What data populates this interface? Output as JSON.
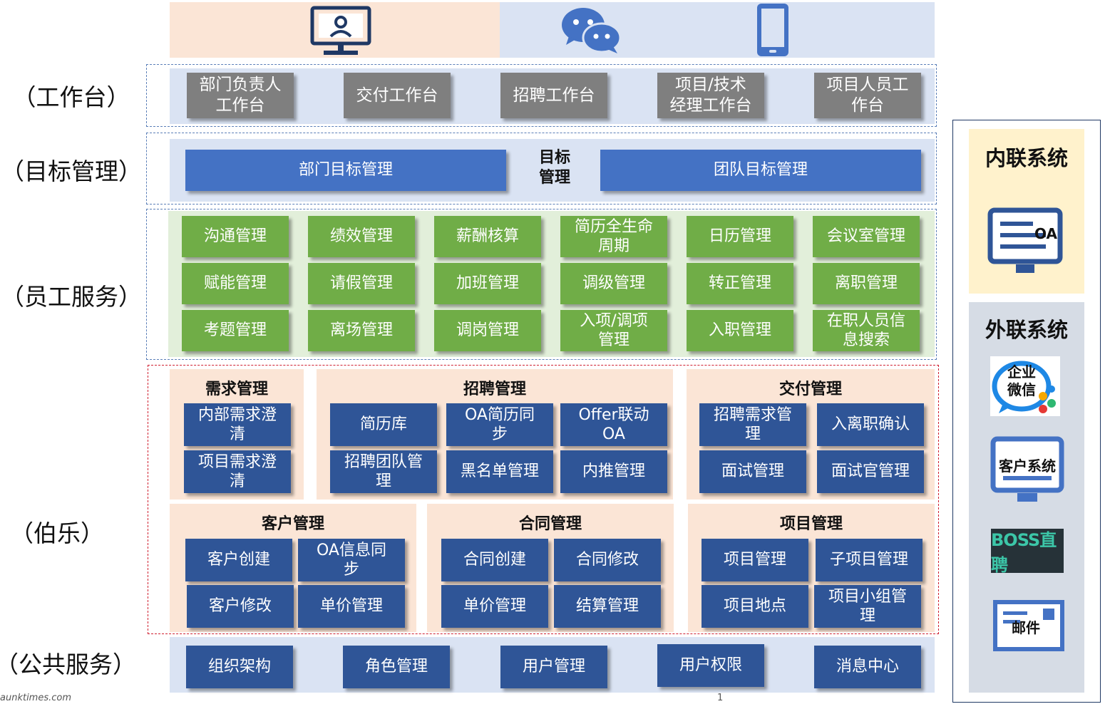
{
  "row_labels": {
    "workbench": "（工作台）",
    "target": "（目标管理）",
    "employee": "（员工服务）",
    "bole": "（伯乐）",
    "public": "（公共服务）"
  },
  "channels": {
    "pc_icon": "monitor-user-icon",
    "wechat_icon": "wechat-icon",
    "mobile_icon": "mobile-phone-icon"
  },
  "workbench": [
    {
      "line1": "部门负责人",
      "line2": "工作台"
    },
    {
      "line1": "交付工作台",
      "line2": ""
    },
    {
      "line1": "招聘工作台",
      "line2": ""
    },
    {
      "line1": "项目/技术",
      "line2": "经理工作台"
    },
    {
      "line1": "项目人员工",
      "line2": "作台"
    }
  ],
  "target": {
    "left": "部门目标管理",
    "center_line1": "目标",
    "center_line2": "管理",
    "right": "团队目标管理"
  },
  "employee": [
    {
      "line1": "沟通管理",
      "line2": ""
    },
    {
      "line1": "绩效管理",
      "line2": ""
    },
    {
      "line1": "薪酬核算",
      "line2": ""
    },
    {
      "line1": "简历全生命",
      "line2": "周期"
    },
    {
      "line1": "日历管理",
      "line2": ""
    },
    {
      "line1": "会议室管理",
      "line2": ""
    },
    {
      "line1": "赋能管理",
      "line2": ""
    },
    {
      "line1": "请假管理",
      "line2": ""
    },
    {
      "line1": "加班管理",
      "line2": ""
    },
    {
      "line1": "调级管理",
      "line2": ""
    },
    {
      "line1": "转正管理",
      "line2": ""
    },
    {
      "line1": "离职管理",
      "line2": ""
    },
    {
      "line1": "考题管理",
      "line2": ""
    },
    {
      "line1": "离场管理",
      "line2": ""
    },
    {
      "line1": "调岗管理",
      "line2": ""
    },
    {
      "line1": "入项/调项",
      "line2": "管理"
    },
    {
      "line1": "入职管理",
      "line2": ""
    },
    {
      "line1": "在职人员信",
      "line2": "息搜索"
    }
  ],
  "bole": {
    "demand": {
      "title": "需求管理",
      "items": [
        {
          "line1": "内部需求澄",
          "line2": "清"
        },
        {
          "line1": "项目需求澄",
          "line2": "清"
        }
      ]
    },
    "recruit": {
      "title": "招聘管理",
      "items": [
        {
          "line1": "简历库",
          "line2": ""
        },
        {
          "line1": "OA简历同",
          "line2": "步"
        },
        {
          "line1": "Offer联动",
          "line2": "OA"
        },
        {
          "line1": "招聘团队管",
          "line2": "理"
        },
        {
          "line1": "黑名单管理",
          "line2": ""
        },
        {
          "line1": "内推管理",
          "line2": ""
        }
      ]
    },
    "delivery": {
      "title": "交付管理",
      "items": [
        {
          "line1": "招聘需求管",
          "line2": "理"
        },
        {
          "line1": "入离职确认",
          "line2": ""
        },
        {
          "line1": "面试管理",
          "line2": ""
        },
        {
          "line1": "面试官管理",
          "line2": ""
        }
      ]
    },
    "customer": {
      "title": "客户管理",
      "items": [
        {
          "line1": "客户创建",
          "line2": ""
        },
        {
          "line1": "OA信息同",
          "line2": "步"
        },
        {
          "line1": "客户修改",
          "line2": ""
        },
        {
          "line1": "单价管理",
          "line2": ""
        }
      ]
    },
    "contract": {
      "title": "合同管理",
      "items": [
        {
          "line1": "合同创建",
          "line2": ""
        },
        {
          "line1": "合同修改",
          "line2": ""
        },
        {
          "line1": "单价管理",
          "line2": ""
        },
        {
          "line1": "结算管理",
          "line2": ""
        }
      ]
    },
    "project": {
      "title": "项目管理",
      "items": [
        {
          "line1": "项目管理",
          "line2": ""
        },
        {
          "line1": "子项目管理",
          "line2": ""
        },
        {
          "line1": "项目地点",
          "line2": ""
        },
        {
          "line1": "项目小组管",
          "line2": "理"
        }
      ]
    }
  },
  "public": [
    "组织架构",
    "角色管理",
    "用户管理",
    "用户权限",
    "消息中心"
  ],
  "side": {
    "internal_title": "内联系统",
    "oa_label": "OA",
    "external_title": "外联系统",
    "wecom_line1": "企业",
    "wecom_line2": "微信",
    "customer_system": "客户系统",
    "boss_label": "BOSS直聘",
    "mail_label": "邮件"
  },
  "footer": {
    "page_number": "1",
    "watermark": "aunktimes.com"
  },
  "colors": {
    "gray": "#7f7f7f",
    "blue": "#4472c4",
    "green": "#70ad47",
    "navy": "#2f5597",
    "peach": "#fbe5d6",
    "lightblue": "#dae3f3"
  }
}
